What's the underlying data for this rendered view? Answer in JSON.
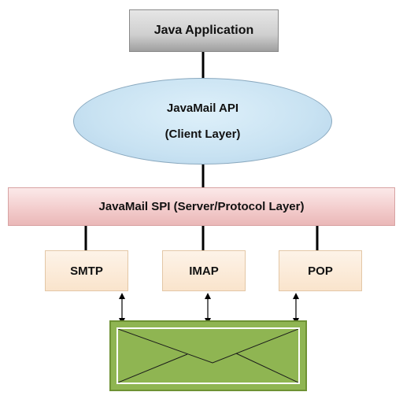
{
  "diagram": {
    "app": {
      "label": "Java Application"
    },
    "api": {
      "line1": "JavaMail API",
      "line2": "(Client Layer)"
    },
    "spi": {
      "label": "JavaMail SPI (Server/Protocol Layer)"
    },
    "protocols": [
      {
        "label": "SMTP"
      },
      {
        "label": "IMAP"
      },
      {
        "label": "POP"
      }
    ],
    "mail_server": {
      "icon": "envelope-icon"
    }
  },
  "colors": {
    "app_fill": "#cfcfcf",
    "api_fill": "#c8e2f2",
    "spi_fill": "#f3cdcd",
    "protocol_fill": "#fae4cc",
    "mail_fill": "#8fb552",
    "connector": "#000000"
  }
}
